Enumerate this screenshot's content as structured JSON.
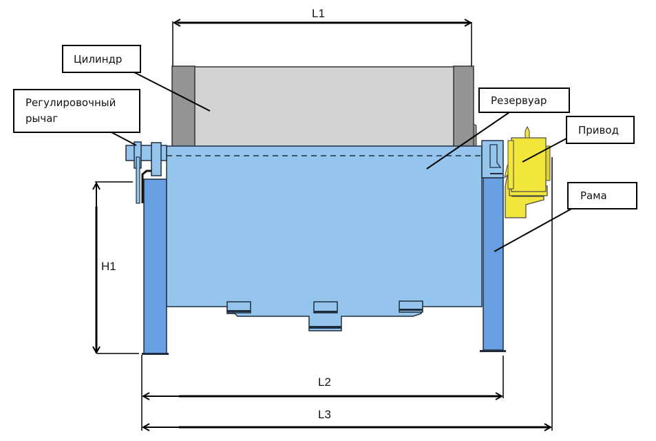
{
  "diagram": {
    "labels": {
      "cylinder": "Цилиндр",
      "lever_line1": "Регулировочный",
      "lever_line2": "рычаг",
      "reservoir": "Резервуар",
      "drive": "Привод",
      "frame": "Рама"
    },
    "dimensions": {
      "l1": "L1",
      "l2": "L2",
      "l3": "L3",
      "h1": "H1"
    },
    "colors": {
      "tank": "#95c4ec",
      "frame_leg": "#679fe0",
      "cylinder_body": "#d1d2d4",
      "cylinder_end": "#939496",
      "drive": "#f2e63c",
      "outline": "#1e2e3e"
    }
  }
}
